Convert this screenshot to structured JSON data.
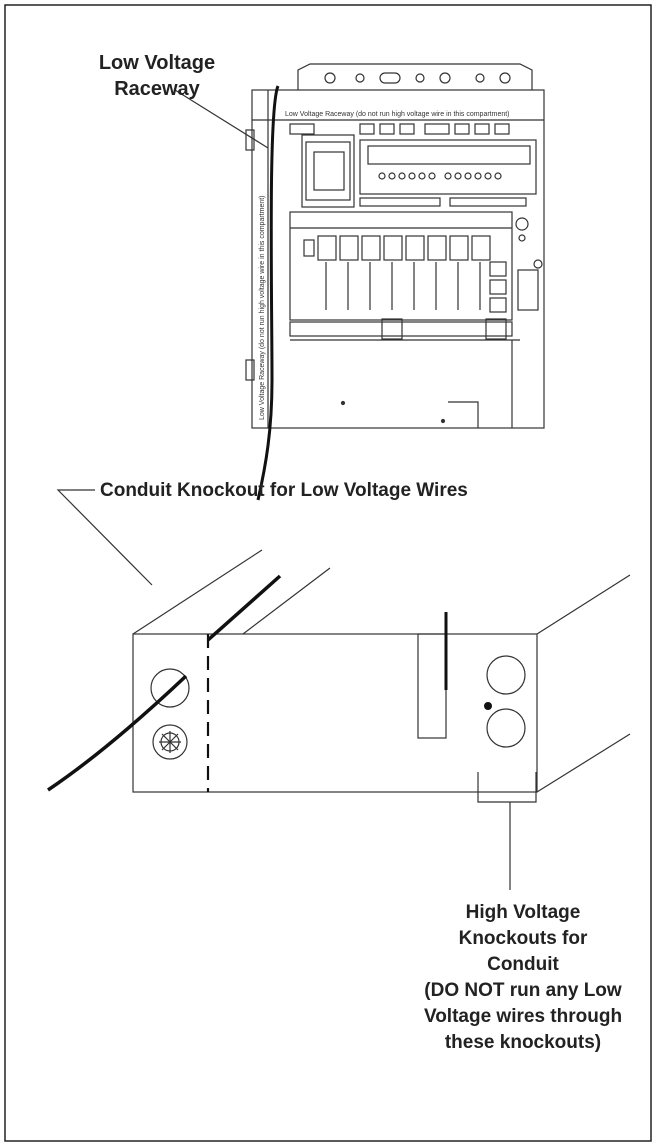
{
  "labels": {
    "raceway": "Low Voltage\nRaceway",
    "conduit_knockout": "Conduit Knockout for Low Voltage Wires",
    "high_voltage": {
      "lines": [
        "High Voltage",
        "Knockouts for",
        "Conduit",
        "(DO NOT run any Low",
        "Voltage wires through",
        "these knockouts)"
      ]
    }
  },
  "panel_text": {
    "raceway_top": "Low Voltage Raceway (do not run high voltage wire in this compartment)",
    "raceway_side": "Low Voltage Raceway (do not run high voltage wire in this compartment)"
  },
  "colors": {
    "line": "#222222",
    "background": "#ffffff"
  }
}
